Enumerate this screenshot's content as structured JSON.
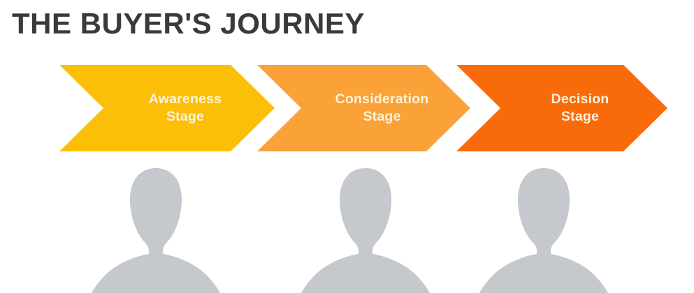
{
  "page": {
    "title": "THE BUYER'S JOURNEY",
    "background_color": "#ffffff"
  },
  "stages": [
    {
      "id": "awareness",
      "label": "Awareness\nStage",
      "line1": "Awareness",
      "line2": "Stage",
      "color": "#fbbf07",
      "text_color": "#fdf2d8",
      "order": "1"
    },
    {
      "id": "consideration",
      "label": "Consideration\nStage",
      "line1": "Consideration",
      "line2": "Stage",
      "color": "#faa238",
      "text_color": "#fdf2d8",
      "order": "2"
    },
    {
      "id": "decision",
      "label": "Decision\nStage",
      "line1": "Decision",
      "line2": "Stage",
      "color": "#f96a0b",
      "text_color": "#fdf2d8",
      "order": "3"
    }
  ],
  "personas": [
    {
      "id": "persona-awareness",
      "icon": "person-silhouette-icon",
      "color": "#c5c8cc"
    },
    {
      "id": "persona-consideration",
      "icon": "person-silhouette-icon",
      "color": "#c5c8cc"
    },
    {
      "id": "persona-decision",
      "icon": "person-silhouette-icon",
      "color": "#c5c8cc"
    }
  ],
  "theme": {
    "title_color": "#3a3a3c",
    "silhouette_color": "#c5c8cc"
  }
}
